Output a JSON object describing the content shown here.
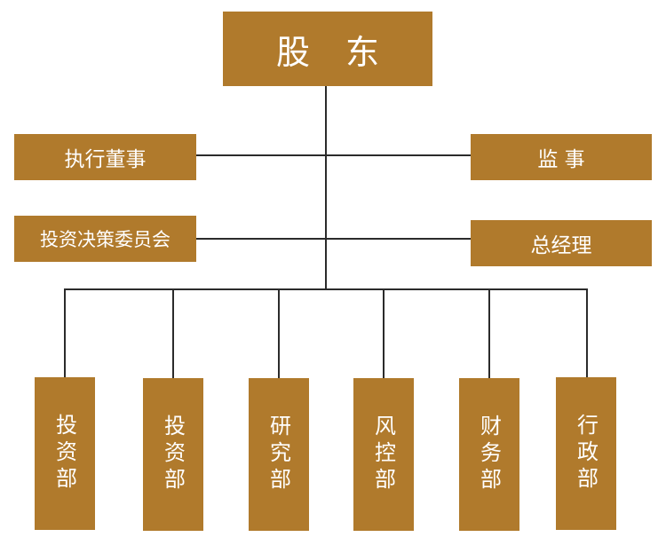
{
  "root": {
    "label": "股 东"
  },
  "left_nodes": [
    {
      "label": "执行董事"
    },
    {
      "label": "投资决策委员会"
    }
  ],
  "right_nodes": [
    {
      "label": "监 事"
    },
    {
      "label": "总经理"
    }
  ],
  "departments": [
    {
      "label": "投资部"
    },
    {
      "label": "投资部"
    },
    {
      "label": "研究部"
    },
    {
      "label": "风控部"
    },
    {
      "label": "财务部"
    },
    {
      "label": "行政部"
    }
  ],
  "colors": {
    "box": "#b07a2c",
    "line": "#2b2b2b",
    "text": "#ffffff"
  }
}
